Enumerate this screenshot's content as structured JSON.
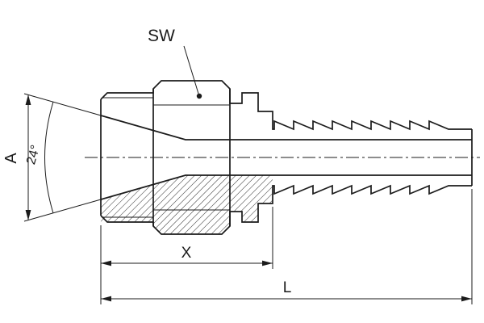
{
  "drawing": {
    "labels": {
      "wrench_size": "SW",
      "cone_diameter": "A",
      "cone_angle": "24°",
      "cutoff_length": "X",
      "overall_length": "L"
    },
    "colors": {
      "line": "#1b1b1b",
      "background": "#ffffff"
    }
  }
}
